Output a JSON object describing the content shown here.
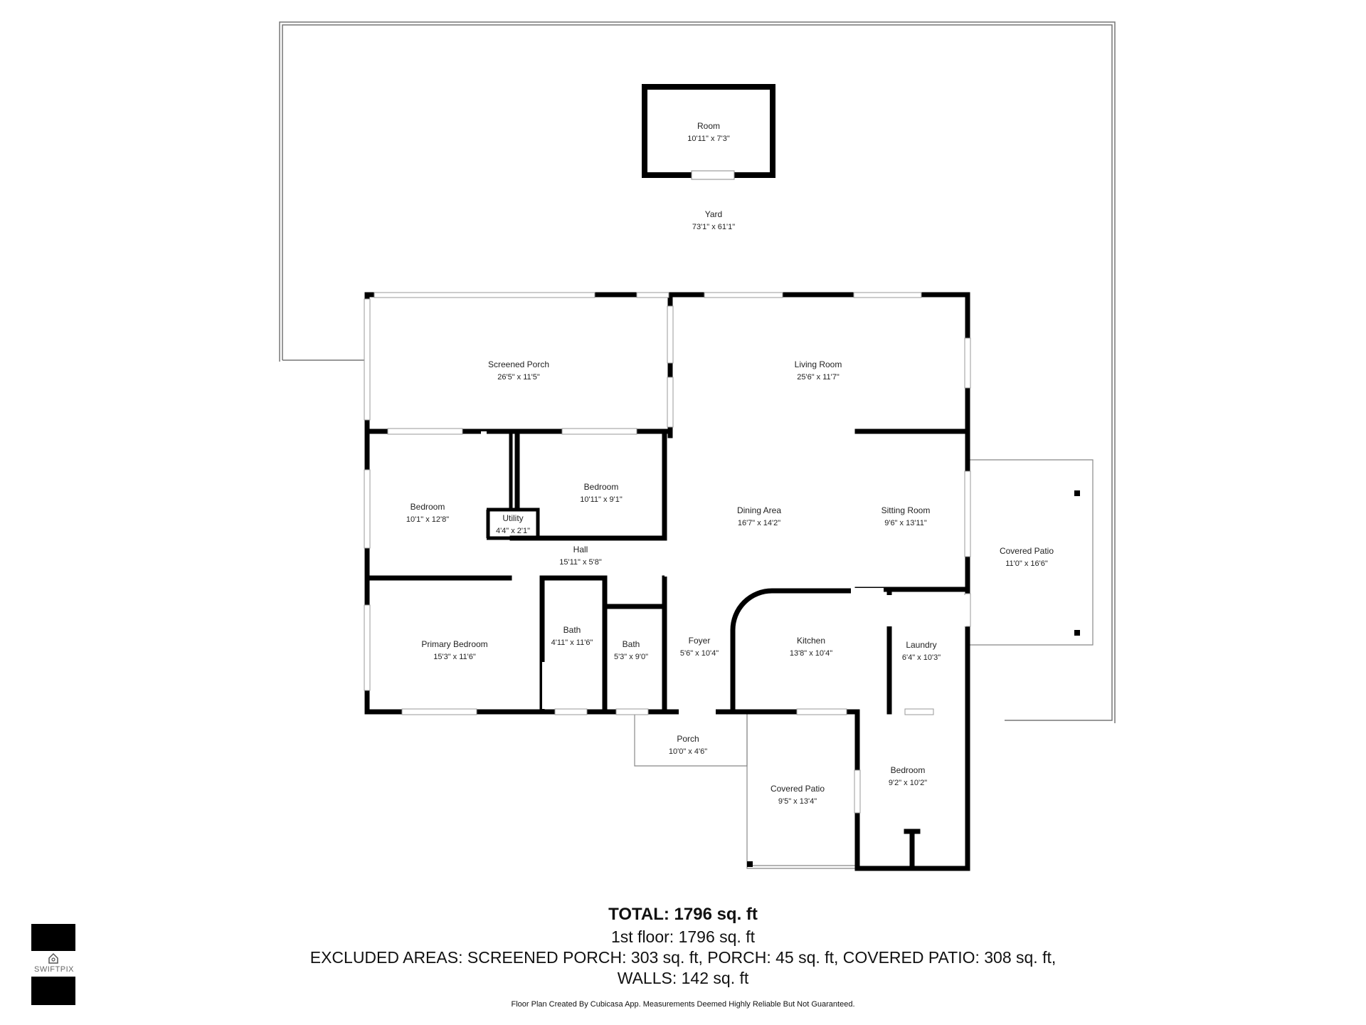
{
  "rooms": {
    "room": {
      "name": "Room",
      "dims": "10'11\" x 7'3\""
    },
    "yard": {
      "name": "Yard",
      "dims": "73'1\" x 61'1\""
    },
    "screened_porch": {
      "name": "Screened Porch",
      "dims": "26'5\" x 11'5\""
    },
    "living_room": {
      "name": "Living Room",
      "dims": "25'6\" x 11'7\""
    },
    "bedroom_left": {
      "name": "Bedroom",
      "dims": "10'1\" x 12'8\""
    },
    "bedroom_mid": {
      "name": "Bedroom",
      "dims": "10'11\" x 9'1\""
    },
    "utility": {
      "name": "Utility",
      "dims": "4'4\" x 2'1\""
    },
    "dining_area": {
      "name": "Dining Area",
      "dims": "16'7\" x 14'2\""
    },
    "sitting_room": {
      "name": "Sitting Room",
      "dims": "9'6\" x 13'11\""
    },
    "covered_patio_east": {
      "name": "Covered Patio",
      "dims": "11'0\" x 16'6\""
    },
    "hall": {
      "name": "Hall",
      "dims": "15'11\" x 5'8\""
    },
    "primary_bedroom": {
      "name": "Primary Bedroom",
      "dims": "15'3\" x 11'6\""
    },
    "bath_1": {
      "name": "Bath",
      "dims": "4'11\" x 11'6\""
    },
    "bath_2": {
      "name": "Bath",
      "dims": "5'3\" x 9'0\""
    },
    "foyer": {
      "name": "Foyer",
      "dims": "5'6\" x 10'4\""
    },
    "kitchen": {
      "name": "Kitchen",
      "dims": "13'8\" x 10'4\""
    },
    "laundry": {
      "name": "Laundry",
      "dims": "6'4\" x 10'3\""
    },
    "porch": {
      "name": "Porch",
      "dims": "10'0\" x 4'6\""
    },
    "covered_patio_south": {
      "name": "Covered Patio",
      "dims": "9'5\" x 13'4\""
    },
    "bedroom_south": {
      "name": "Bedroom",
      "dims": "9'2\" x 10'2\""
    }
  },
  "summary": {
    "total": "TOTAL: 1796 sq. ft",
    "floor1": "1st floor: 1796 sq. ft",
    "excluded": "EXCLUDED AREAS: SCREENED PORCH: 303 sq. ft, PORCH: 45 sq. ft, COVERED PATIO: 308 sq. ft,",
    "walls": "WALLS: 142 sq. ft",
    "disclaimer": "Floor Plan Created By Cubicasa App. Measurements Deemed Highly Reliable But Not Guaranteed."
  },
  "logo": {
    "text": "SWIFTPIX"
  },
  "colors": {
    "wall": "#000000",
    "thin_line": "#888888",
    "window": "#ffffff"
  }
}
